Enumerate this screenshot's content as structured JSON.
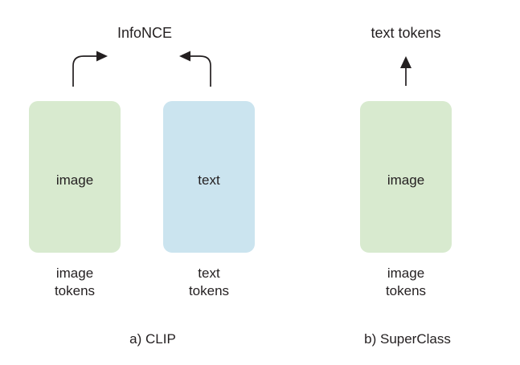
{
  "figure": {
    "title_left": "InfoNCE",
    "title_right": "text tokens",
    "caption_left": "a) CLIP",
    "caption_right": "b) SuperClass",
    "colors": {
      "image_box_fill": "#d8eacf",
      "text_box_fill": "#cbe4ef",
      "text_color": "#231f20",
      "arrow_color": "#231f20",
      "background": "#ffffff"
    }
  },
  "panels": [
    {
      "id": "clip",
      "caption": "a) CLIP",
      "top_label": "InfoNCE",
      "arrows": [
        {
          "name": "arrow-curved-right",
          "direction": "up-then-right",
          "target": "InfoNCE"
        },
        {
          "name": "arrow-curved-left",
          "direction": "up-then-left",
          "target": "InfoNCE"
        }
      ],
      "boxes": [
        {
          "name": "image-box",
          "label": "image",
          "fill": "#d8eacf",
          "bottom_label": "image\ntokens"
        },
        {
          "name": "text-box",
          "label": "text",
          "fill": "#cbe4ef",
          "bottom_label": "text\ntokens"
        }
      ]
    },
    {
      "id": "superclass",
      "caption": "b) SuperClass",
      "top_label": "text tokens",
      "arrows": [
        {
          "name": "arrow-straight-up",
          "direction": "up",
          "target": "text tokens"
        }
      ],
      "boxes": [
        {
          "name": "image-box",
          "label": "image",
          "fill": "#d8eacf",
          "bottom_label": "image\ntokens"
        }
      ]
    }
  ]
}
